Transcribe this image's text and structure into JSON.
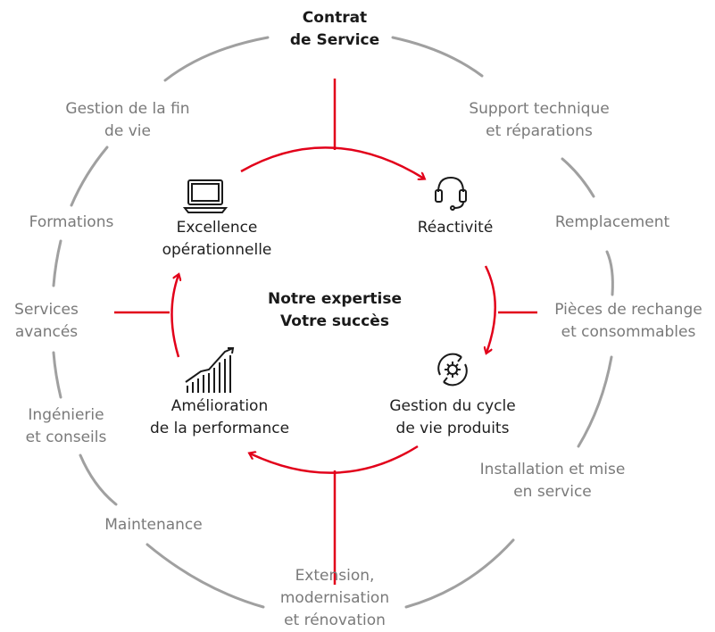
{
  "top_label": {
    "line1": "Contrat",
    "line2": "de Service"
  },
  "center": {
    "line1": "Notre expertise",
    "line2": "Votre succès"
  },
  "pillars": [
    {
      "line1": "Excellence",
      "line2": "opérationnelle",
      "icon": "laptop-icon"
    },
    {
      "line1": "Réactivité",
      "icon": "headset-icon"
    },
    {
      "line1": "Gestion du cycle",
      "line2": "de vie produits",
      "icon": "gear-cycle-icon"
    },
    {
      "line1": "Amélioration",
      "line2": "de la performance",
      "icon": "growth-chart-icon"
    }
  ],
  "services": [
    {
      "line1": "Support technique",
      "line2": "et réparations"
    },
    {
      "line1": "Remplacement"
    },
    {
      "line1": "Pièces de rechange",
      "line2": "et consommables"
    },
    {
      "line1": "Installation et mise",
      "line2": "en service"
    },
    {
      "line1": "Extension,",
      "line2": "modernisation",
      "line3": "et rénovation"
    },
    {
      "line1": "Maintenance"
    },
    {
      "line1": "Ingénierie",
      "line2": "et conseils"
    },
    {
      "line1": "Services",
      "line2": "avancés"
    },
    {
      "line1": "Formations"
    },
    {
      "line1": "Gestion de la fin",
      "line2": "de vie"
    }
  ],
  "colors": {
    "accent": "#e2001a",
    "ring": "#9e9e9e",
    "text_dark": "#1f1f1f",
    "text_muted": "#7a7a7a"
  }
}
